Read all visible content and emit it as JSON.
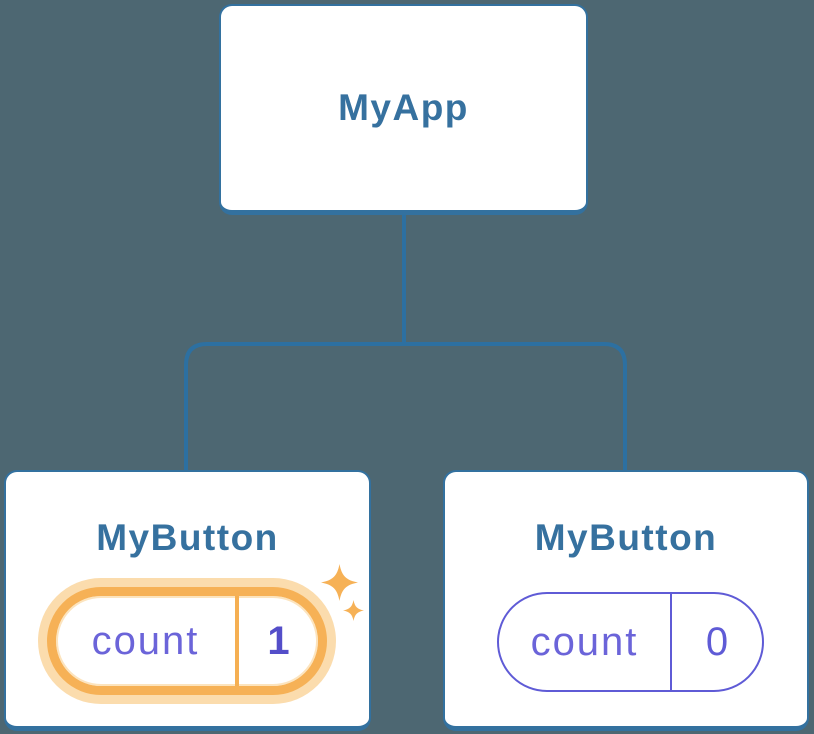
{
  "diagram": {
    "description": "React component tree with state",
    "background_color": "#4D6772",
    "connector_color": "#2D70A1",
    "card_border_color": "#33719F",
    "title_color": "#36719F"
  },
  "tree": {
    "root": {
      "label": "MyApp"
    },
    "children": [
      {
        "label": "MyButton",
        "state": {
          "key": "count",
          "value": "1"
        },
        "highlighted": true,
        "highlight_color": "#F6B156",
        "highlight_glow_color": "#FBDCAD"
      },
      {
        "label": "MyButton",
        "state": {
          "key": "count",
          "value": "0"
        },
        "highlighted": false,
        "pill_border_color": "#5F5BD6"
      }
    ]
  },
  "state_colors": {
    "key_text": "#6B64D9",
    "value_updated_text": "#544EC9",
    "value_default_text": "#5F5BD6"
  },
  "icons": {
    "sparkle_color": "#F6B156"
  }
}
